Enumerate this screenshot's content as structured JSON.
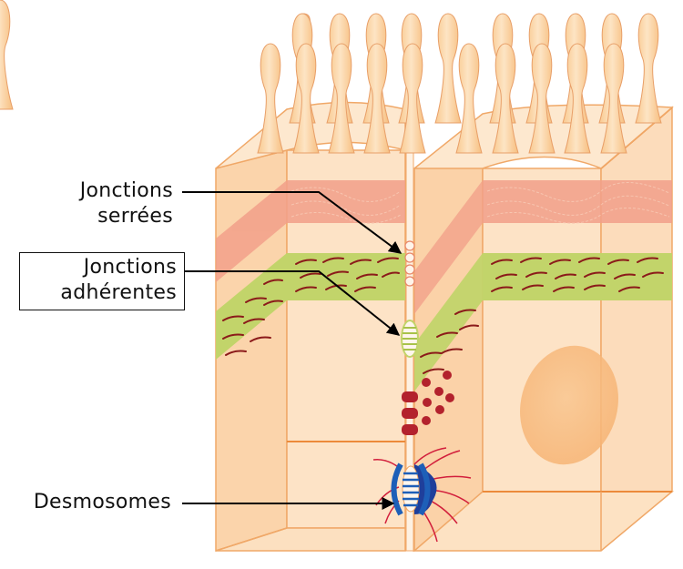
{
  "labels": {
    "tight_junctions": {
      "line1": "Jonctions",
      "line2": "serrées"
    },
    "adherens_junctions": {
      "line1": "Jonctions",
      "line2": "adhérentes"
    },
    "desmosomes": {
      "line1": "Desmosomes"
    }
  },
  "colors": {
    "cell_light": "#fde4c8",
    "cell_mid": "#fbd5ae",
    "cell_edge": "#f0a868",
    "edge_dark": "#ec8a3a",
    "tight_band": "#f2a08a",
    "adherens_band": "#c2d46a",
    "filament": "#8b1a1a",
    "desmosome_blue": "#1d5fb8",
    "desmosome_red": "#d21f3c",
    "gap_granule": "#b3222d",
    "nucleus": "#f8b879",
    "arrow": "#000000"
  }
}
